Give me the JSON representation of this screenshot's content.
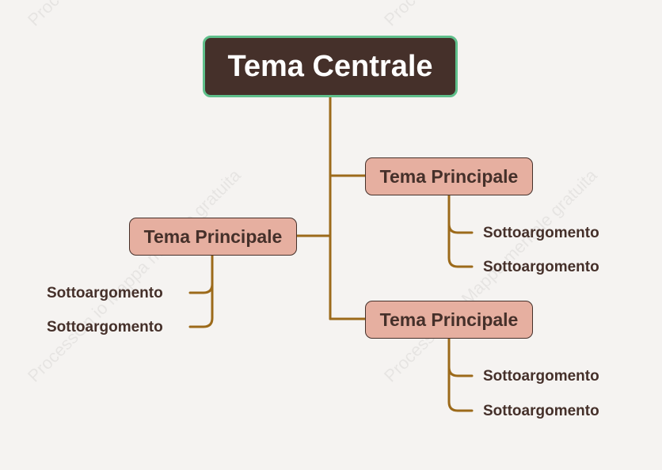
{
  "watermark": "ProcessOn io Mappa mentale gratuita",
  "colors": {
    "connector": "#9c6a1a",
    "central_fill": "#45302a",
    "central_border": "#5fbf8b",
    "main_fill": "#e6afa0",
    "text_dark": "#45302a",
    "background": "#f5f3f1"
  },
  "central_topic": "Tema Centrale",
  "main_topics": [
    {
      "label": "Tema Principale",
      "subtopics": [
        "Sottoargomento",
        "Sottoargomento"
      ]
    },
    {
      "label": "Tema Principale",
      "subtopics": [
        "Sottoargomento",
        "Sottoargomento"
      ]
    },
    {
      "label": "Tema Principale",
      "subtopics": [
        "Sottoargomento",
        "Sottoargomento"
      ]
    }
  ]
}
